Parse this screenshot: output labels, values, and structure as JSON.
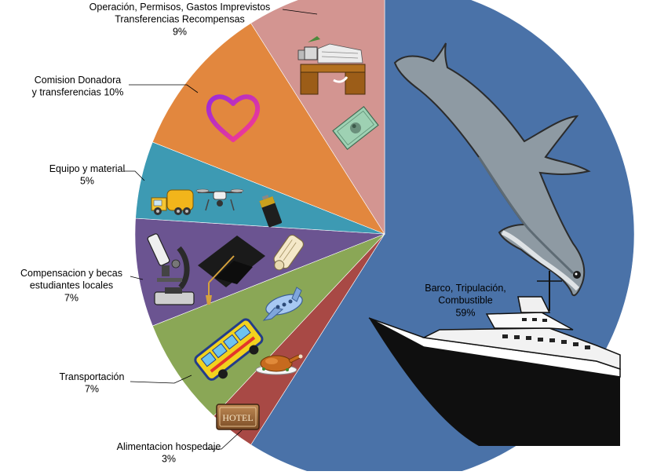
{
  "chart_data": {
    "type": "pie",
    "title": "",
    "start": "12 o'clock",
    "direction": "clockwise",
    "slices": [
      {
        "label_lines": [
          "Barco, Tripulación,",
          "Combustible",
          "59%"
        ],
        "value": 59,
        "color": "#4a72a8",
        "icons": [
          "porpoise-icon",
          "ship-icon"
        ]
      },
      {
        "label_lines": [
          "Alimentacion hospedaje",
          "3%"
        ],
        "value": 3,
        "color": "#a84945",
        "icons": [
          "hotel-sign-icon"
        ]
      },
      {
        "label_lines": [
          "Transportación",
          "7%"
        ],
        "value": 7,
        "color": "#8aa756",
        "icons": [
          "bus-icon",
          "airplane-icon",
          "roast-chicken-icon"
        ]
      },
      {
        "label_lines": [
          "Compensacion y becas",
          "estudiantes  locales",
          "7%"
        ],
        "value": 7,
        "color": "#6b5491",
        "icons": [
          "microscope-icon",
          "graduation-cap-icon",
          "diploma-icon"
        ]
      },
      {
        "label_lines": [
          "Equipo y material",
          "5%"
        ],
        "value": 5,
        "color": "#3d9ab3",
        "icons": [
          "truck-icon",
          "drone-icon",
          "battery-icon"
        ]
      },
      {
        "label_lines": [
          "Comision Donadora",
          "y transferencias 10%"
        ],
        "value": 10,
        "color": "#e2873e",
        "icons": [
          "heart-icon"
        ]
      },
      {
        "label_lines": [
          "Operación, Permisos, Gastos Imprevistos",
          "Transferencias Recompensas",
          "9%"
        ],
        "value": 9,
        "color": "#d39591",
        "icons": [
          "office-desk-icon",
          "money-bill-icon"
        ]
      }
    ]
  }
}
